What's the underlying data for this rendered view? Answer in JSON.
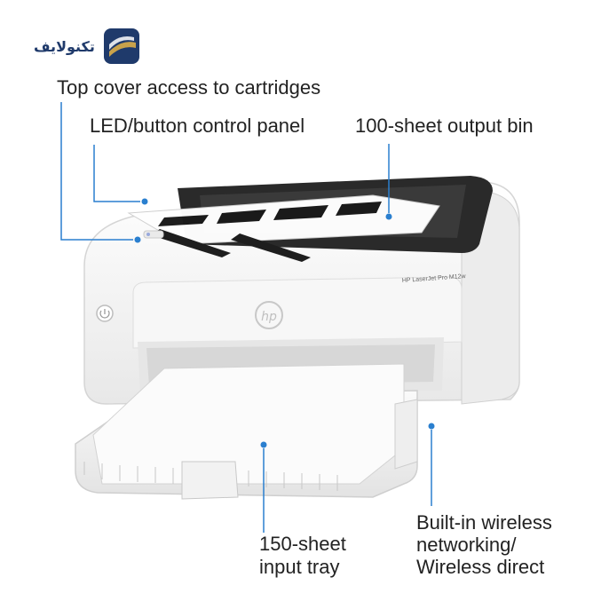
{
  "brand": {
    "name": "تکنولایف",
    "accent_color": "#1f3a6b",
    "secondary_color": "#c9a24b"
  },
  "callouts": {
    "top_cover": "Top cover access to cartridges",
    "control_panel": "LED/button control panel",
    "output_bin": "100-sheet output bin",
    "input_tray_line1": "150-sheet",
    "input_tray_line2": "input tray",
    "wireless_line1": "Built-in wireless",
    "wireless_line2": "networking/",
    "wireless_line3": "Wireless direct"
  },
  "printer": {
    "model_label": "HP LaserJet Pro M12w",
    "logo": "hp"
  },
  "colors": {
    "callout_line": "#2a7fcf",
    "printer_body": "#f4f4f4",
    "printer_shadow": "#d9d9d9",
    "output_bin_dark": "#2a2a2a"
  }
}
